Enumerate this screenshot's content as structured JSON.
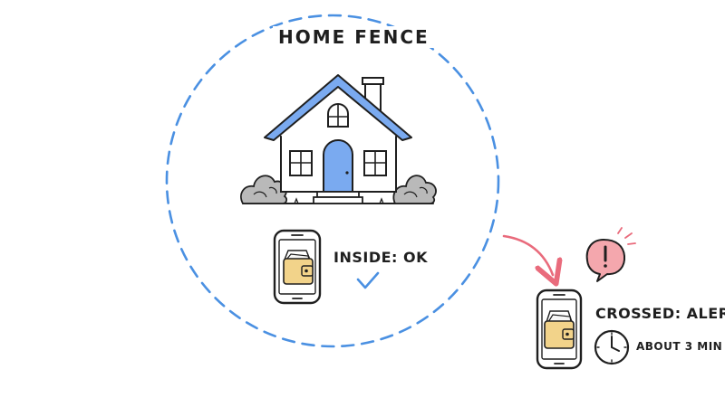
{
  "fence": {
    "title": "HOME FENCE",
    "stroke_color": "#4a90e2"
  },
  "inside": {
    "status_label": "INSIDE: OK",
    "phone_icon": "phone-with-wallet-icon",
    "check_icon": "checkmark-icon",
    "check_color": "#4a90e2"
  },
  "outside": {
    "status_label": "CROSSED: ALERT",
    "time_label": "ABOUT 3 MIN",
    "phone_icon": "phone-with-wallet-icon",
    "alert_icon": "alert-bubble-icon",
    "clock_icon": "clock-icon",
    "arrow_color": "#e96b7c",
    "alert_color": "#f4a7ad"
  },
  "house": {
    "roof_color": "#7aaaf0",
    "door_color": "#7aaaf0",
    "bush_color": "#b9b9b9"
  },
  "wallet_color": "#f2d38a"
}
